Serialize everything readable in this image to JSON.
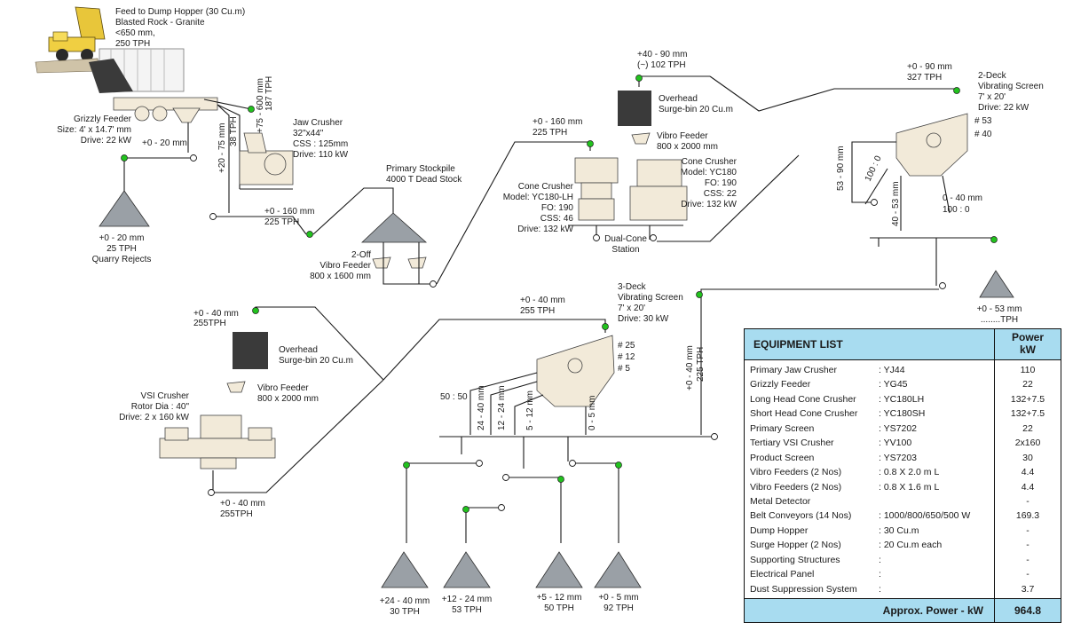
{
  "feed": {
    "line1": "Feed to Dump Hopper (30 Cu.m)",
    "line2": "Blasted Rock - Granite",
    "line3": "<650 mm,",
    "line4": "250 TPH"
  },
  "grizzly": {
    "line1": "Grizzly Feeder",
    "line2": "Size: 4' x 14.7' mm",
    "line3": "Drive: 22 kW"
  },
  "grizzly_out": "+0 - 20 mm",
  "grizzly_mid": "+20 - 75 mm",
  "grizzly_mid_tph": "38 TPH",
  "grizzly_top": "+75 - 600 mm",
  "grizzly_top_tph": "187 TPH",
  "rejects": {
    "line1": "+0 - 20 mm",
    "line2": "25 TPH",
    "line3": "Quarry Rejects"
  },
  "jaw": {
    "line1": "Jaw Crusher",
    "line2": "32\"x44\"",
    "line3": "CSS : 125mm",
    "line4": "Drive: 110 kW"
  },
  "jaw_out": {
    "line1": "+0 - 160 mm",
    "line2": "225 TPH"
  },
  "stockpile": {
    "line1": "Primary Stockpile",
    "line2": "4000 T Dead Stock"
  },
  "vibro2": {
    "line1": "2-Off",
    "line2": "Vibro Feeder",
    "line3": "800 x 1600 mm"
  },
  "cone_feed": {
    "line1": "+0 - 160 mm",
    "line2": "225 TPH"
  },
  "cone1": {
    "line1": "Cone Crusher",
    "line2": "Model: YC180-LH",
    "line3": "FO: 190",
    "line4": "CSS: 46",
    "line5": "Drive: 132 kW"
  },
  "cone2": {
    "line1": "Cone Crusher",
    "line2": "Model: YC180",
    "line3": "FO: 190",
    "line4": "CSS: 22",
    "line5": "Drive: 132 kW"
  },
  "dual_cone": {
    "line1": "Dual-Cone",
    "line2": "Station"
  },
  "surge_top": {
    "line1": "+40 - 90 mm",
    "line2": "(~) 102 TPH"
  },
  "surge1": {
    "line1": "Overhead",
    "line2": "Surge-bin 20 Cu.m"
  },
  "vibro1": {
    "line1": "Vibro Feeder",
    "line2": "800 x 2000 mm"
  },
  "screen2_feed": {
    "line1": "+0 - 90 mm",
    "line2": "327 TPH"
  },
  "screen2": {
    "line1": "2-Deck",
    "line2": "Vibrating Screen",
    "line3": "7' x 20'",
    "line4": "Drive: 22 kW"
  },
  "screen2_decks": {
    "d1": "# 53",
    "d2": "# 40"
  },
  "s2_left": "53 - 90 mm",
  "s2_split1": "100 : 0",
  "s2_mid": "40 - 53 mm",
  "s2_right": "0 - 40 mm",
  "s2_split2": "100 : 0",
  "product53": {
    "line1": "+0 - 53 mm",
    "line2": "........TPH"
  },
  "screen3": {
    "line1": "3-Deck",
    "line2": "Vibrating Screen",
    "line3": "7' x 20'",
    "line4": "Drive: 30 kW"
  },
  "screen3_decks": {
    "d1": "# 25",
    "d2": "# 12",
    "d3": "# 5"
  },
  "screen3_feed": {
    "line1": "+0 - 40 mm",
    "line2": "255 TPH"
  },
  "return40": {
    "line1": "+0 - 40 mm",
    "line2": "225 TPH"
  },
  "vsi_surge_top": {
    "line1": "+0 - 40 mm",
    "line2": "255TPH"
  },
  "surge2": {
    "line1": "Overhead",
    "line2": "Surge-bin 20 Cu.m"
  },
  "vibro3": {
    "line1": "Vibro Feeder",
    "line2": "800 x 2000 mm"
  },
  "vsi": {
    "line1": "VSI Crusher",
    "line2": "Rotor Dia : 40\"",
    "line3": "Drive: 2 x 160 kW"
  },
  "vsi_out": {
    "line1": "+0 - 40 mm",
    "line2": "255TPH"
  },
  "s3_split": "50 : 50",
  "s3_f1": "24 - 40 mm",
  "s3_f2": "12 - 24 mm",
  "s3_f3": "5 - 12 mm",
  "s3_f4": "0 - 5 mm",
  "products": [
    {
      "line1": "+24 - 40 mm",
      "line2": "30 TPH"
    },
    {
      "line1": "+12 - 24 mm",
      "line2": "53 TPH"
    },
    {
      "line1": "+5 - 12 mm",
      "line2": "50 TPH"
    },
    {
      "line1": "+0 - 5 mm",
      "line2": "92 TPH"
    }
  ],
  "equipment": {
    "title": "EQUIPMENT LIST",
    "power_header_1": "Power",
    "power_header_2": "kW",
    "rows": [
      {
        "name": "Primary Jaw Crusher",
        "model": ": YJ44",
        "power": "110"
      },
      {
        "name": "Grizzly Feeder",
        "model": ": YG45",
        "power": "22"
      },
      {
        "name": "Long Head Cone Crusher",
        "model": ": YC180LH",
        "power": "132+7.5"
      },
      {
        "name": "Short Head Cone Crusher",
        "model": ": YC180SH",
        "power": "132+7.5"
      },
      {
        "name": "Primary Screen",
        "model": ": YS7202",
        "power": "22"
      },
      {
        "name": "Tertiary VSI Crusher",
        "model": ": YV100",
        "power": "2x160"
      },
      {
        "name": "Product Screen",
        "model": ": YS7203",
        "power": "30"
      },
      {
        "name": "Vibro Feeders (2 Nos)",
        "model": ": 0.8 X 2.0 m L",
        "power": "4.4"
      },
      {
        "name": "Vibro Feeders (2 Nos)",
        "model": ": 0.8 X 1.6 m L",
        "power": "4.4"
      },
      {
        "name": "Metal Detector",
        "model": "",
        "power": "-"
      },
      {
        "name": "Belt Conveyors (14 Nos)",
        "model": ": 1000/800/650/500 W",
        "power": "169.3"
      },
      {
        "name": "Dump Hopper",
        "model": ": 30 Cu.m",
        "power": "-"
      },
      {
        "name": "Surge Hopper (2 Nos)",
        "model": ": 20 Cu.m each",
        "power": "-"
      },
      {
        "name": "Supporting Structures",
        "model": ":",
        "power": "-"
      },
      {
        "name": "Electrical Panel",
        "model": ":",
        "power": "-"
      },
      {
        "name": "Dust Suppression System",
        "model": ":",
        "power": "3.7"
      }
    ],
    "total_label": "Approx. Power - kW",
    "total_value": "964.8"
  }
}
